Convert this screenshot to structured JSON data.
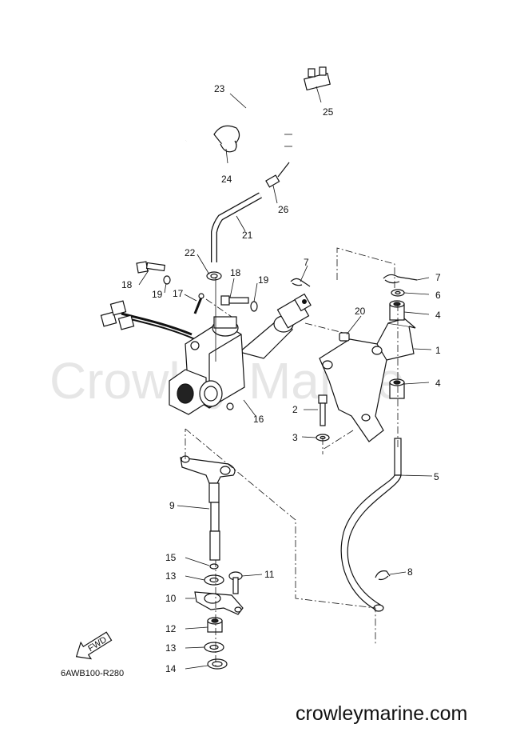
{
  "watermark": "Crowley Marine",
  "website": "crowleymarine.com",
  "diagram_ref": "6AWB100-R280",
  "fwd_label": "FWD",
  "callouts": [
    {
      "id": "c1",
      "label": "1"
    },
    {
      "id": "c2",
      "label": "2"
    },
    {
      "id": "c3",
      "label": "3"
    },
    {
      "id": "c4a",
      "label": "4"
    },
    {
      "id": "c4b",
      "label": "4"
    },
    {
      "id": "c5",
      "label": "5"
    },
    {
      "id": "c6",
      "label": "6"
    },
    {
      "id": "c7a",
      "label": "7"
    },
    {
      "id": "c7b",
      "label": "7"
    },
    {
      "id": "c8",
      "label": "8"
    },
    {
      "id": "c9",
      "label": "9"
    },
    {
      "id": "c10",
      "label": "10"
    },
    {
      "id": "c11",
      "label": "11"
    },
    {
      "id": "c12",
      "label": "12"
    },
    {
      "id": "c13a",
      "label": "13"
    },
    {
      "id": "c13b",
      "label": "13"
    },
    {
      "id": "c14",
      "label": "14"
    },
    {
      "id": "c15",
      "label": "15"
    },
    {
      "id": "c16",
      "label": "16"
    },
    {
      "id": "c17",
      "label": "17"
    },
    {
      "id": "c18a",
      "label": "18"
    },
    {
      "id": "c18b",
      "label": "18"
    },
    {
      "id": "c19a",
      "label": "19"
    },
    {
      "id": "c19b",
      "label": "19"
    },
    {
      "id": "c20",
      "label": "20"
    },
    {
      "id": "c21",
      "label": "21"
    },
    {
      "id": "c22",
      "label": "22"
    },
    {
      "id": "c23",
      "label": "23"
    },
    {
      "id": "c24",
      "label": "24"
    },
    {
      "id": "c25",
      "label": "25"
    },
    {
      "id": "c26",
      "label": "26"
    }
  ]
}
